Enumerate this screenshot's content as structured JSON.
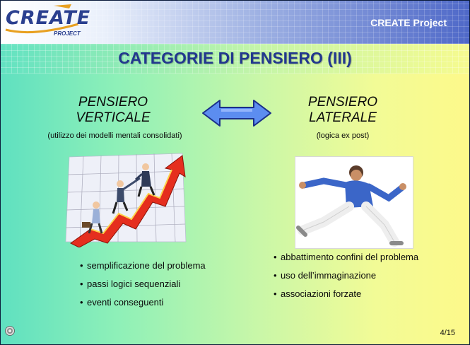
{
  "header": {
    "logo_text": "CREATE",
    "logo_sub": "PROJECT",
    "project_label": "CREATE Project"
  },
  "title": "CATEGORIE DI PENSIERO (III)",
  "left": {
    "title_line1": "PENSIERO",
    "title_line2": "VERTICALE",
    "subtitle": "(utilizzo dei modelli mentali consolidati)",
    "bullets": [
      "semplificazione del problema",
      "passi logici sequenziali",
      "eventi conseguenti"
    ]
  },
  "right": {
    "title_line1": "PENSIERO",
    "title_line2": "LATERALE",
    "subtitle": "(logica ex post)",
    "bullets": [
      "abbattimento confini del problema",
      "uso dell’immaginazione",
      "associazioni forzate"
    ]
  },
  "footer": {
    "page_number": "4/15"
  },
  "colors": {
    "title": "#22378e",
    "arrow_fill": "#5c8df0",
    "arrow_stroke": "#1b2f8a"
  },
  "icons": {
    "arrow": "double-headed-arrow-icon",
    "footer": "university-seal-icon"
  }
}
